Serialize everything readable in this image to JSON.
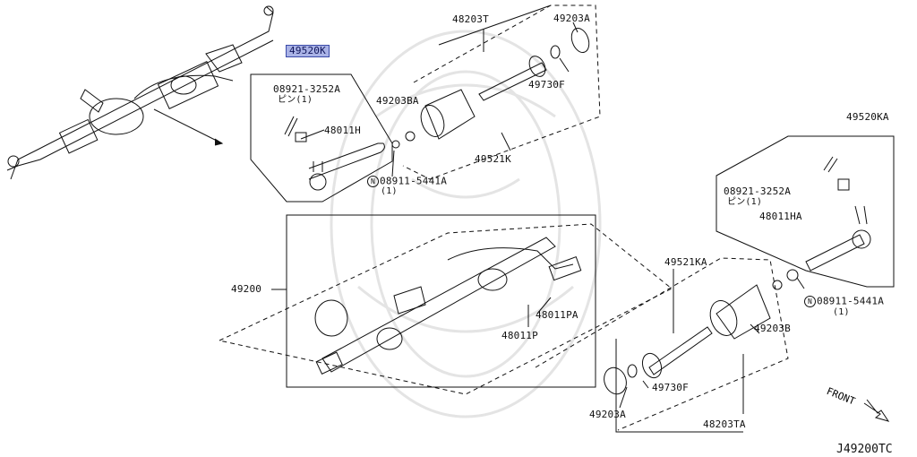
{
  "labels": {
    "p49520K": "49520K",
    "p08921_a": "08921-3252A",
    "pin_a": "ピン(1)",
    "p48011H": "48011H",
    "p49203BA": "49203BA",
    "p48203T": "48203T",
    "p49203A_top": "49203A",
    "p49730F_top": "49730F",
    "p49521K": "49521K",
    "p08911_a": "08911-5441A",
    "qty_a": "(1)",
    "p49520KA": "49520KA",
    "p08921_b": "08921-3252A",
    "pin_b": "ピン(1)",
    "p48011HA": "48011HA",
    "p49200": "49200",
    "p48011PA": "48011PA",
    "p48011P": "48011P",
    "p49521KA": "49521KA",
    "p08911_b": "08911-5441A",
    "qty_b": "(1)",
    "p49203B": "49203B",
    "p49730F_bot": "49730F",
    "p49203A_bot": "49203A",
    "p48203TA": "48203TA",
    "front": "FRONT",
    "n_marker": "N"
  },
  "diagram_code": "J49200TC",
  "colors": {
    "highlight": "#a9b2e6",
    "line": "#111111"
  }
}
